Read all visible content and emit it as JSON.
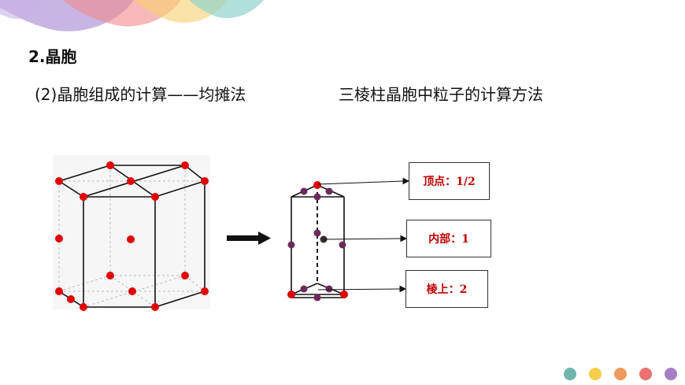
{
  "section_title": "2.晶胞",
  "subtitle": "(2)晶胞组成的计算——均摊法",
  "prism_title": "三棱柱晶胞中粒子的计算方法",
  "labels": {
    "vertex": "顶点：1/2",
    "inner": "内部：1",
    "edge": "棱上：2"
  },
  "colors": {
    "atom_red": "#e00000",
    "atom_purple": "#6b2a5a",
    "deco_dots": [
      "#6fb7ad",
      "#f5cf4d",
      "#ee9a5e",
      "#e9716f",
      "#a77fc6"
    ],
    "deco_waves": [
      "#a98ed6",
      "#f28a8a",
      "#f6d070",
      "#8fd3c9"
    ]
  }
}
